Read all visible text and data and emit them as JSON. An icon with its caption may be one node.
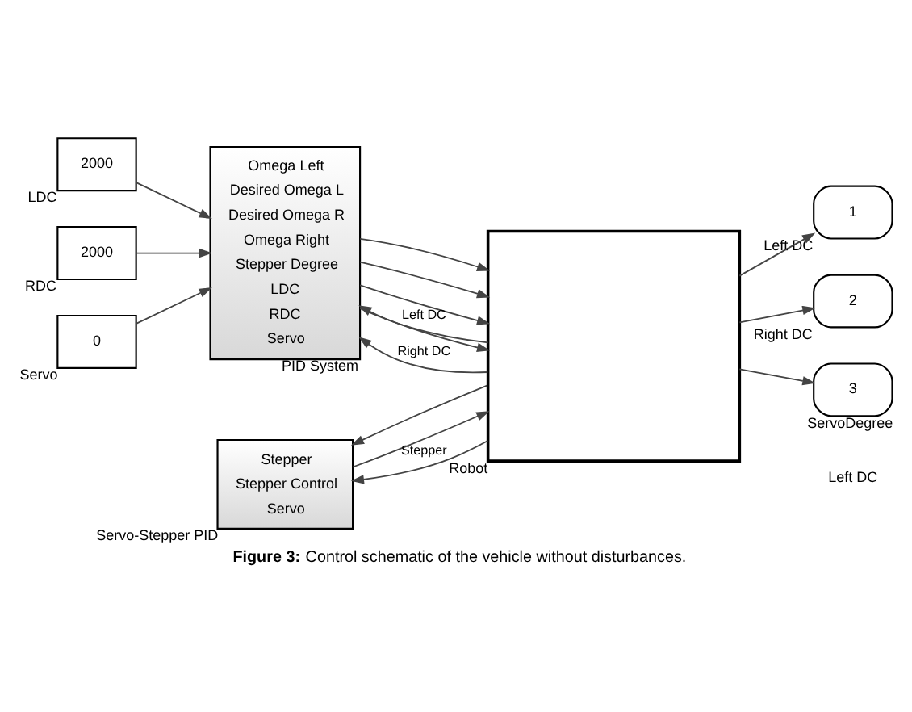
{
  "diagram": {
    "caption": "**Figure 3:** Control schematic of the vehicle without disturbances.",
    "nodes": [
      {
        "text": [
          "2000"
        ],
        "beside": [
          "LDC"
        ]
      },
      {
        "text": [
          "2000"
        ],
        "beside": [
          "RDC"
        ]
      },
      {
        "text": [
          "0"
        ],
        "beside": [
          "Servo"
        ]
      },
      {
        "text": [
          "Omega Left",
          "Desired Omega L",
          "Desired Omega R",
          "Omega Right",
          "Stepper Degree",
          "LDC",
          "RDC",
          "Servo"
        ],
        "beside": [
          "PID System"
        ]
      },
      {
        "text": [
          "Stepper",
          "Stepper Control",
          "Servo"
        ],
        "beside": [
          "Servo-Stepper PID"
        ]
      },
      {
        "text": [],
        "shape": "box",
        "beside": [
          "Robot"
        ]
      },
      {
        "text": [
          "1"
        ],
        "beside": [
          "Left DC"
        ]
      },
      {
        "text": [
          "2"
        ],
        "beside": [
          "Right DC"
        ]
      },
      {
        "text": [
          "3"
        ],
        "beside": [
          "ServoDegree"
        ]
      }
    ],
    "edges": [
      {
        "from": 0,
        "to": 3,
        "arrow": "to"
      },
      {
        "from": 1,
        "to": 3,
        "arrow": "to"
      },
      {
        "from": 2,
        "to": 3,
        "arrow": "to"
      },
      {
        "from": 3,
        "to": 5,
        "arrow": "to"
      },
      {
        "from": 3,
        "to": 5,
        "arrow": "to"
      },
      {
        "from": 3,
        "to": 5,
        "arrow": "to"
      },
      {
        "from": 3,
        "to": 5,
        "arrow": "to"
      },
      {
        "from": 4,
        "to": 5,
        "arrow": "to"
      },
      {
        "from": 5,
        "to": 6,
        "arrow": "to"
      },
      {
        "from": 5,
        "to": 3,
        "arrow": "to",
        "label": "Left DC"
      },
      {
        "from": 5,
        "to": 7,
        "arrow": "to"
      },
      {
        "from": 5,
        "to": 3,
        "arrow": "to",
        "label": "Right DC"
      },
      {
        "from": 5,
        "to": 8,
        "arrow": "to"
      },
      {
        "from": 5,
        "to": 4,
        "arrow": "to"
      },
      {
        "from": 5,
        "to": 4,
        "arrow": "to",
        "label": "Stepper"
      }
    ],
    "labels": [
      "Left DC"
    ]
  }
}
